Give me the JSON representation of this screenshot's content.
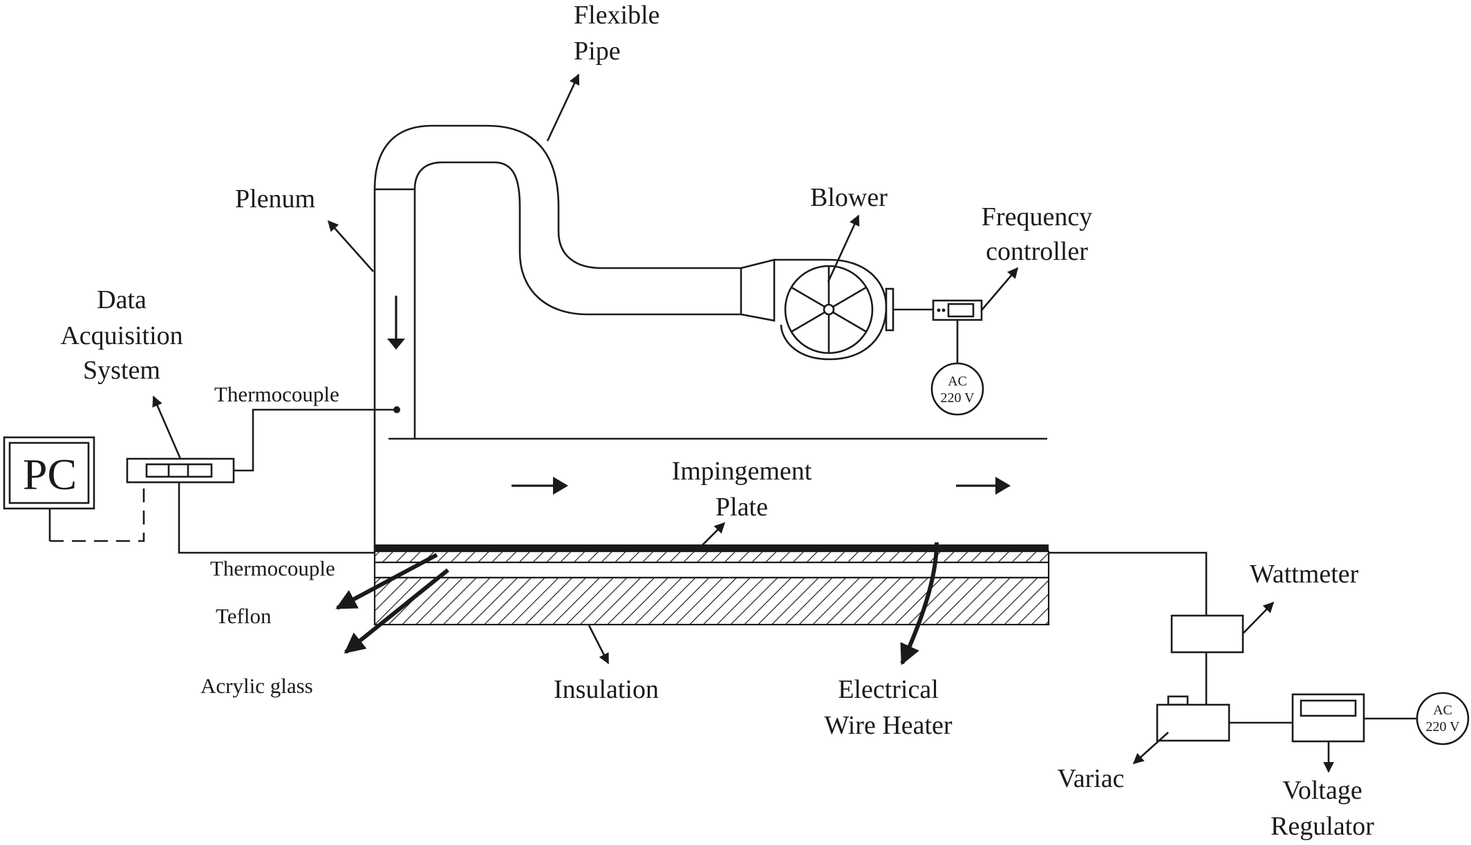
{
  "labels": {
    "flexible_pipe_1": "Flexible",
    "flexible_pipe_2": "Pipe",
    "plenum": "Plenum",
    "blower": "Blower",
    "frequency_controller_1": "Frequency",
    "frequency_controller_2": "controller",
    "data_acq_1": "Data",
    "data_acq_2": "Acquisition",
    "data_acq_3": "System",
    "thermocouple_top": "Thermocouple",
    "pc": "PC",
    "impingement_1": "Impingement",
    "impingement_2": "Plate",
    "thermocouple_bottom": "Thermocouple",
    "teflon": "Teflon",
    "acrylic_glass": "Acrylic glass",
    "insulation": "Insulation",
    "heater_1": "Electrical",
    "heater_2": "Wire Heater",
    "wattmeter": "Wattmeter",
    "variac": "Variac",
    "voltage_regulator_1": "Voltage",
    "voltage_regulator_2": "Regulator",
    "ac_supply_top_1": "AC",
    "ac_supply_top_2": "220 V",
    "ac_supply_bottom_1": "AC",
    "ac_supply_bottom_2": "220 V"
  },
  "colors": {
    "line": "#1a1a1a",
    "background": "#ffffff"
  }
}
